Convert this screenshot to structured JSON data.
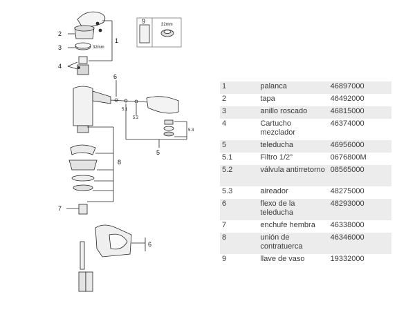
{
  "diagram": {
    "callouts": [
      "1",
      "2",
      "3",
      "4",
      "5",
      "6",
      "7",
      "8",
      "5.1",
      "5.2",
      "5.3"
    ],
    "inset_number": "9",
    "thread_label": "32mm",
    "inset_thread_label": "32mm"
  },
  "parts": [
    {
      "pos": "1",
      "name": "palanca",
      "code": "46897000"
    },
    {
      "pos": "2",
      "name": "tapa",
      "code": "46492000"
    },
    {
      "pos": "3",
      "name": "anillo roscado",
      "code": "46815000"
    },
    {
      "pos": "4",
      "name": "Cartucho mezclador",
      "code": "46374000"
    },
    {
      "pos": "5",
      "name": "teleducha",
      "code": "46956000"
    },
    {
      "pos": "5.1",
      "name": "Filtro 1/2\"",
      "code": "0676800M"
    },
    {
      "pos": "5.2",
      "name": "válvula antirretorno",
      "code": "08565000"
    },
    {
      "pos": "5.3",
      "name": "aireador",
      "code": "48275000"
    },
    {
      "pos": "6",
      "name": "flexo de la teleducha",
      "code": "48293000"
    },
    {
      "pos": "7",
      "name": "enchufe hembra",
      "code": "46338000"
    },
    {
      "pos": "8",
      "name": "unión de contratuerca",
      "code": "46346000"
    },
    {
      "pos": "9",
      "name": "llave de vaso",
      "code": "19332000"
    }
  ]
}
